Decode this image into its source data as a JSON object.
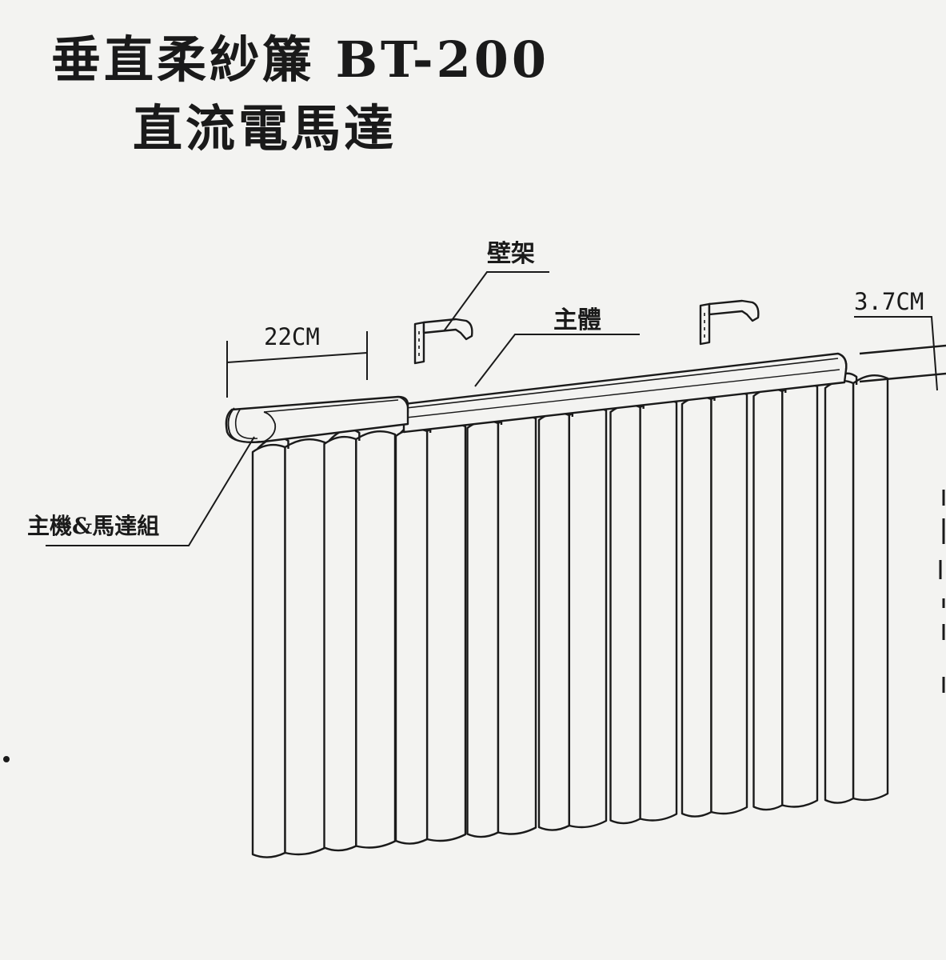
{
  "title": "垂直柔紗簾 BT-200",
  "subtitle": "直流電馬達",
  "labels": {
    "wall_bracket": "壁架",
    "main_body": "主體",
    "motor_unit": "主機&馬達組",
    "motor_width": "22CM",
    "rail_height": "3.7CM"
  }
}
